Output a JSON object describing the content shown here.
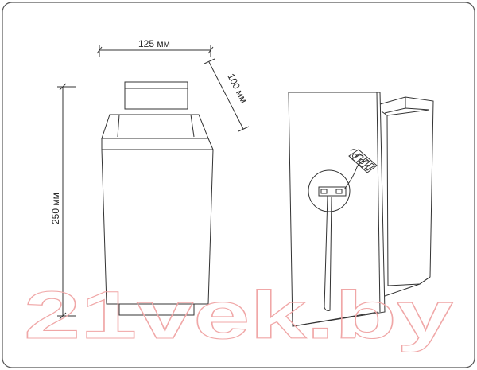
{
  "dimensions": {
    "width_label": "125 мм",
    "depth_label": "100 мм",
    "height_label": "250 мм"
  },
  "watermark": {
    "text": "21vek.by"
  },
  "colors": {
    "line": "#333333",
    "border": "#555555",
    "watermark": "#f0a7a7"
  },
  "icons": {
    "frame_corners": "rounded-rectangle-border"
  }
}
